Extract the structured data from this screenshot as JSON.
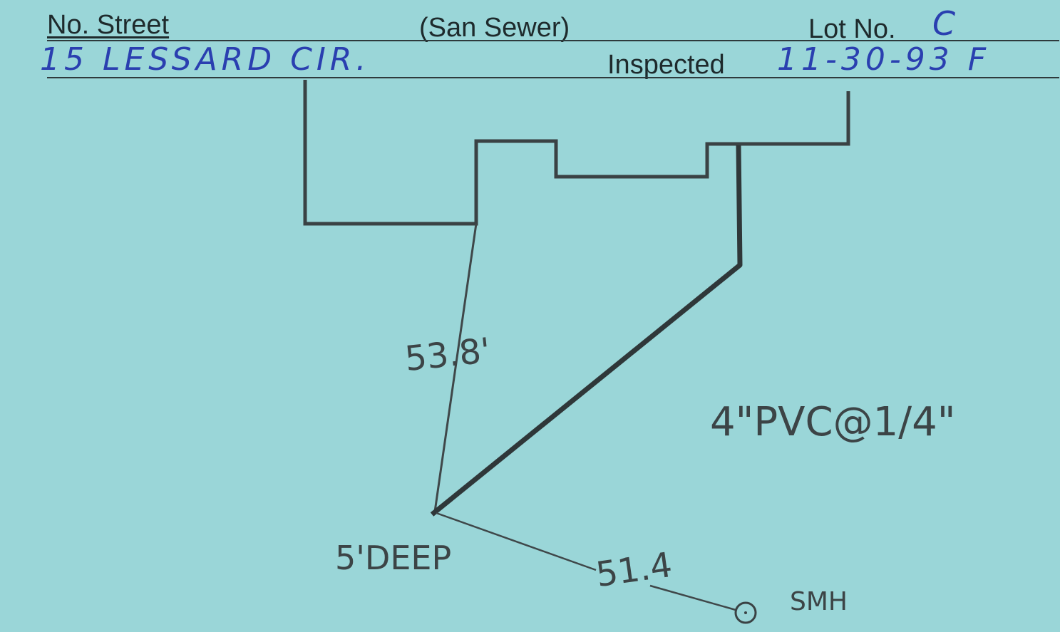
{
  "header": {
    "street_label": "No. Street",
    "type_label": "(San Sewer)",
    "lot_label": "Lot No.",
    "lot_value": "C",
    "address_value": "15 LESSARD CIR.",
    "inspected_label": "Inspected",
    "inspected_value": "11-30-93 F"
  },
  "sketch": {
    "distance_house_label": "53.8'",
    "depth_label": "5'DEEP",
    "distance_manhole_label": "51.4",
    "manhole_label": "SMH",
    "pipe_spec_label": "4\"PVC@1/4\""
  },
  "colors": {
    "card_background": "#9ad6d8",
    "ink_blue": "#2a3fb0",
    "pencil_gray": "#3c4446"
  }
}
